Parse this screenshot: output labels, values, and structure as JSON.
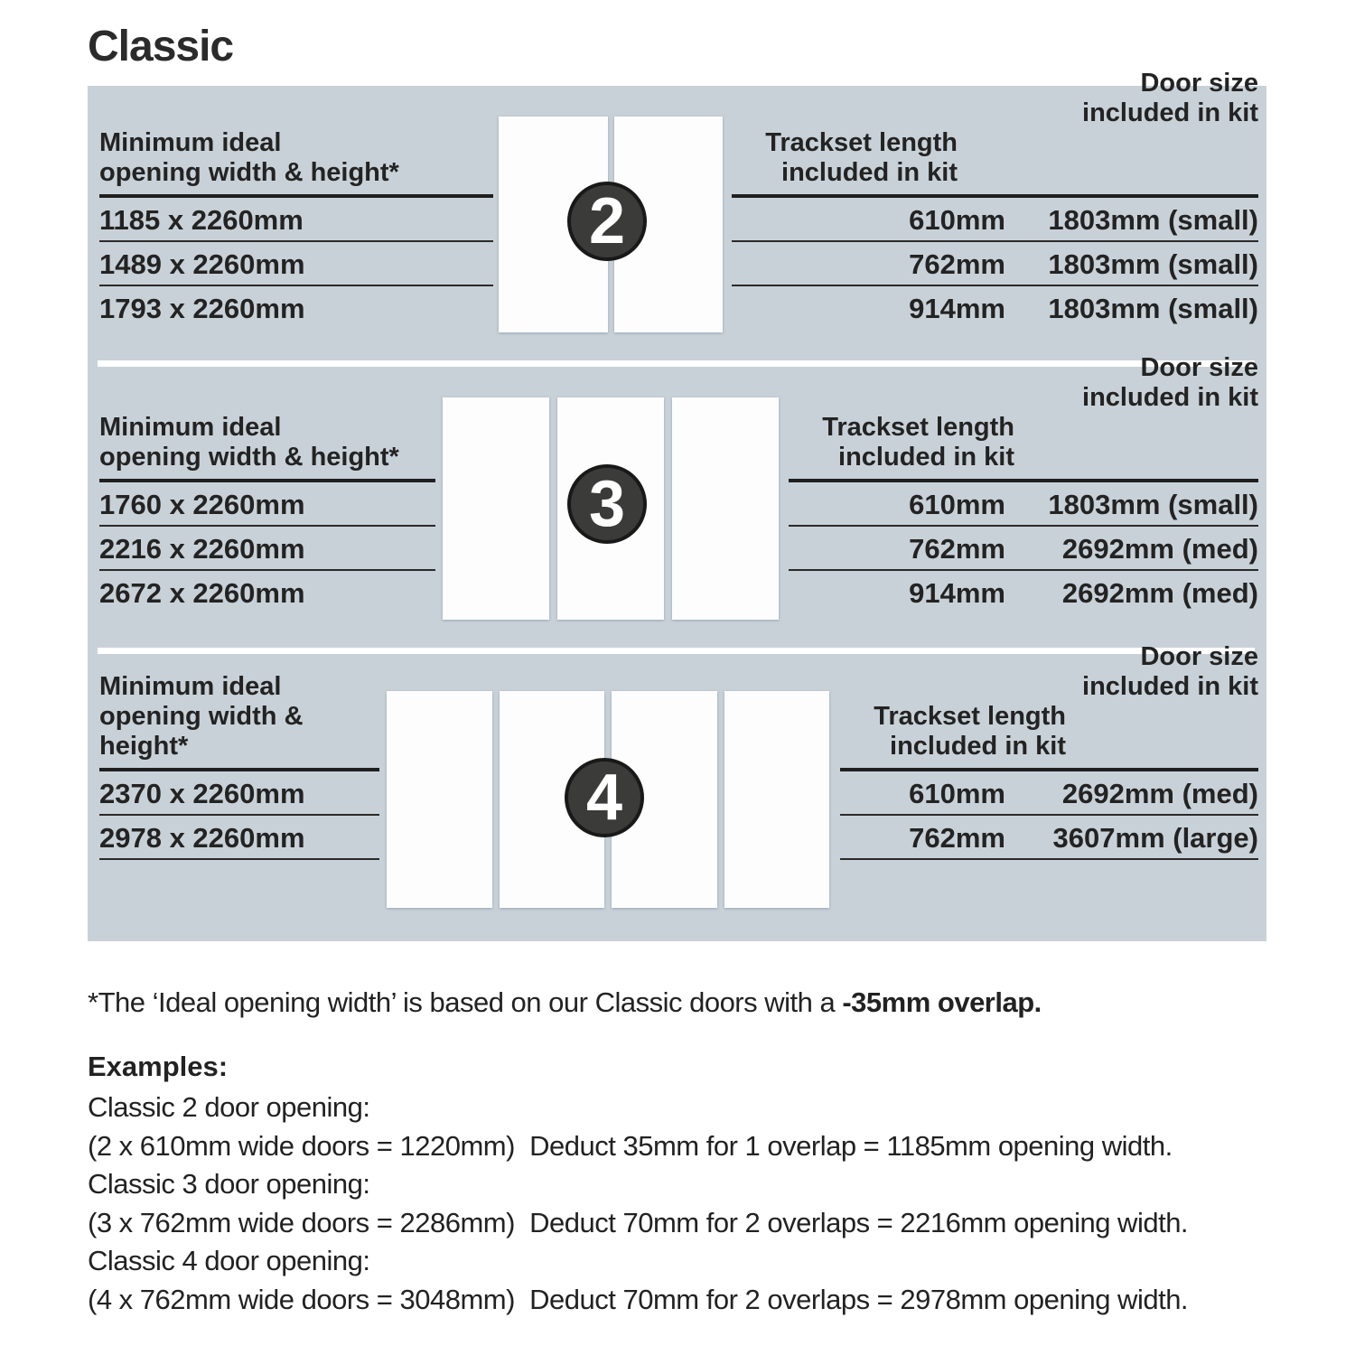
{
  "title": "Classic",
  "headers": {
    "opening_line1": "Minimum ideal",
    "opening_line2": "opening width & height*",
    "door_size_line1": "Door size",
    "door_size_line2": "included in kit",
    "trackset_line1": "Trackset length",
    "trackset_line2": "included in kit"
  },
  "sections": [
    {
      "door_count": "2",
      "rows": [
        {
          "opening": "1185 x 2260mm",
          "door_size": "610mm",
          "trackset": "1803mm (small)"
        },
        {
          "opening": "1489 x 2260mm",
          "door_size": "762mm",
          "trackset": "1803mm (small)"
        },
        {
          "opening": "1793 x 2260mm",
          "door_size": "914mm",
          "trackset": "1803mm (small)"
        }
      ]
    },
    {
      "door_count": "3",
      "rows": [
        {
          "opening": "1760 x 2260mm",
          "door_size": "610mm",
          "trackset": "1803mm (small)"
        },
        {
          "opening": "2216 x 2260mm",
          "door_size": "762mm",
          "trackset": "2692mm (med)"
        },
        {
          "opening": "2672 x 2260mm",
          "door_size": "914mm",
          "trackset": "2692mm (med)"
        }
      ]
    },
    {
      "door_count": "4",
      "rows": [
        {
          "opening": "2370 x 2260mm",
          "door_size": "610mm",
          "trackset": "2692mm (med)"
        },
        {
          "opening": "2978 x 2260mm",
          "door_size": "762mm",
          "trackset": "3607mm (large)"
        }
      ]
    }
  ],
  "footnote": {
    "regular": "*The ‘Ideal opening width’ is based on our Classic doors with a ",
    "bold": "-35mm overlap."
  },
  "examples_heading": "Examples:",
  "examples": [
    {
      "label": "Classic 2 door opening:",
      "detail": "(2 x 610mm wide doors = 1220mm)  Deduct 35mm for 1 overlap = 1185mm opening width."
    },
    {
      "label": "Classic 3 door opening:",
      "detail": "(3 x 762mm wide doors = 2286mm)  Deduct 70mm for 2 overlaps = 2216mm opening width."
    },
    {
      "label": "Classic 4 door opening:",
      "detail": "(4 x 762mm wide doors = 3048mm)  Deduct 70mm for 2 overlaps = 2978mm opening width."
    }
  ],
  "colors": {
    "panel_bg": "#c9d1d8",
    "badge_bg": "#3b3b3a",
    "text": "#262626"
  }
}
